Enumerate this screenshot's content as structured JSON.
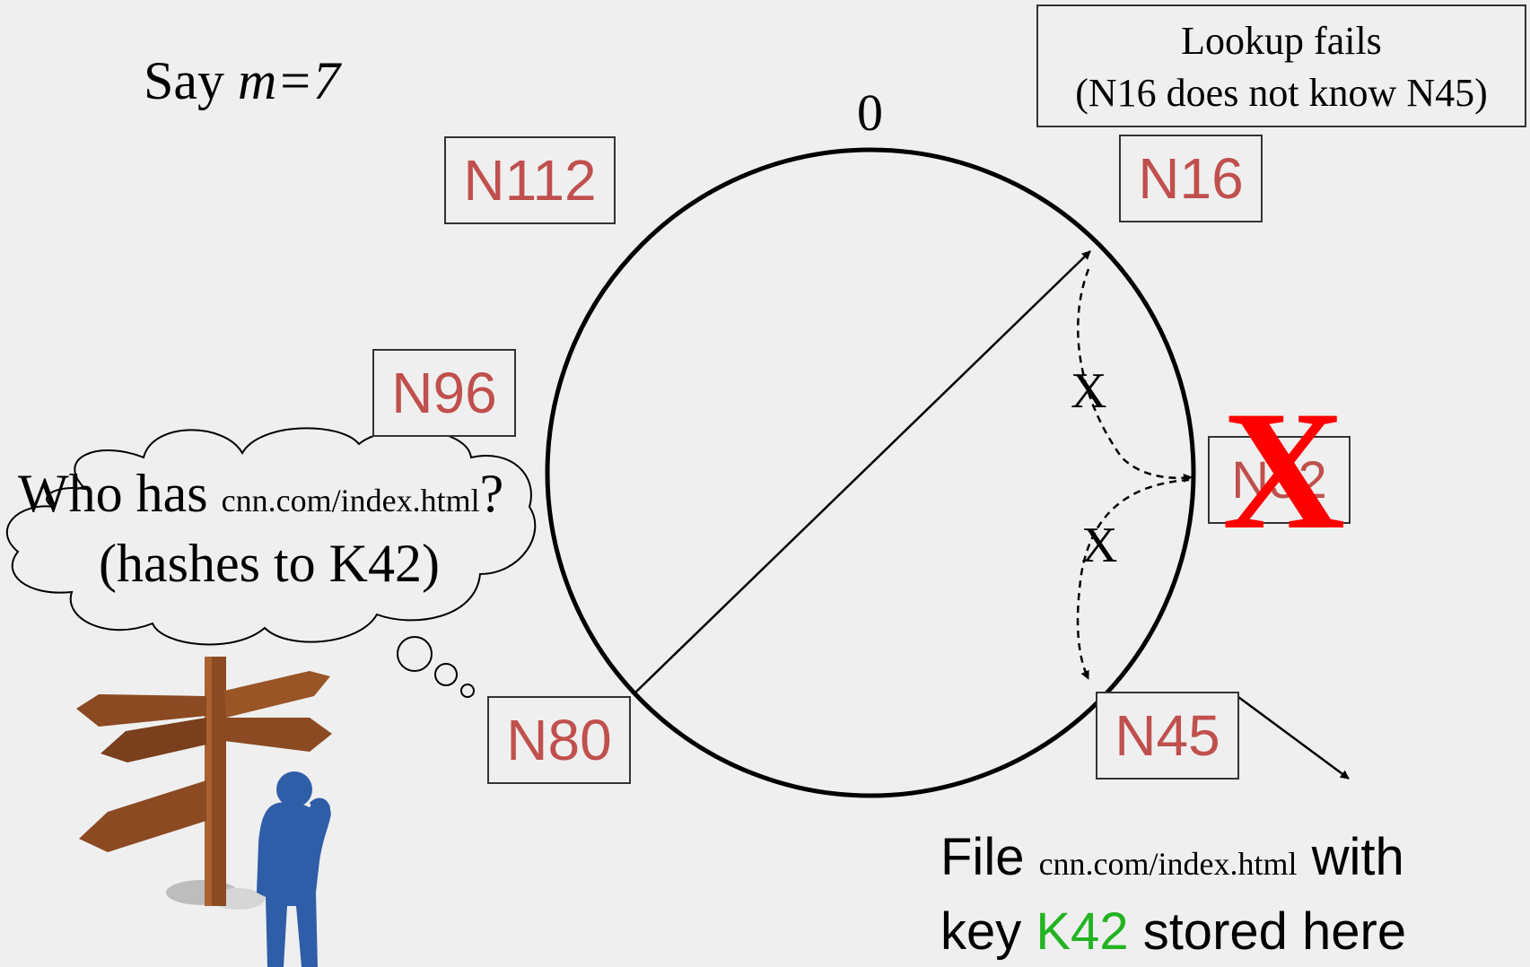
{
  "say_label": "Say ",
  "m_label": "m",
  "m_value": "=7",
  "zero_label": "0",
  "lookup_box": {
    "line1": "Lookup fails",
    "line2": "(N16 does not know N45)"
  },
  "nodes": {
    "n112": "N112",
    "n16": "N16",
    "n96": "N96",
    "n32": "N32",
    "n80": "N80",
    "n45": "N45"
  },
  "failed_mark": "X",
  "hop_marks": [
    "X",
    "X"
  ],
  "question": {
    "who_has": "Who has ",
    "url": "cnn.com/index.html",
    "qmark": "?",
    "hashes": "(hashes to K42)"
  },
  "file_note": {
    "file_word": "File ",
    "url": "cnn.com/index.html",
    "with_word": " with",
    "key_word": "key ",
    "key": "K42",
    "stored": " stored here"
  },
  "colors": {
    "node_text": "#c0504d",
    "failed_x": "#ff0000",
    "key_green": "#22b322",
    "person_blue": "#2f5ea8",
    "sign_brown": "#8b4a22"
  }
}
